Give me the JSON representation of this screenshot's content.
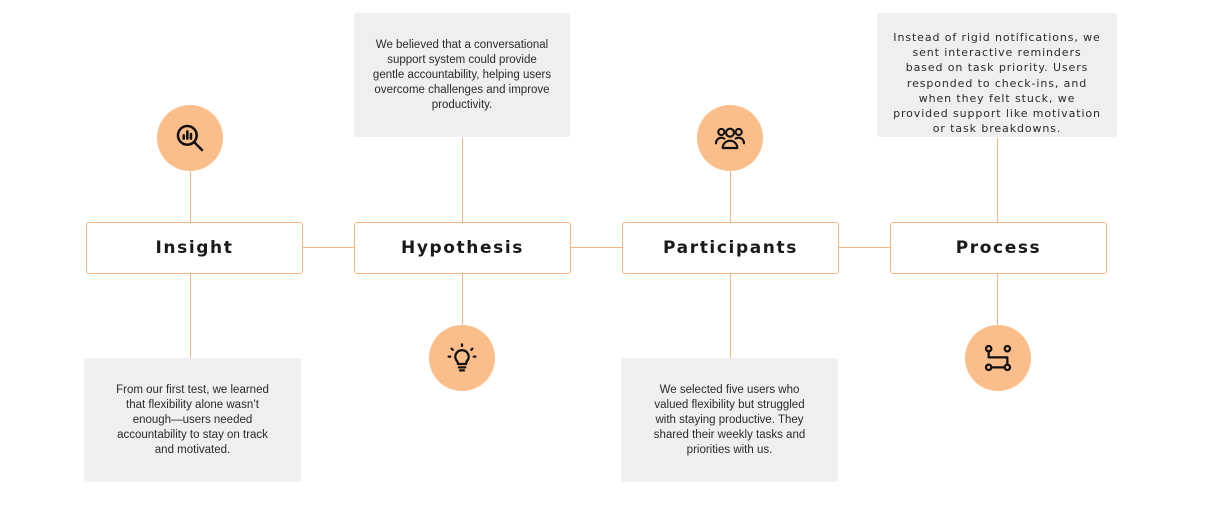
{
  "stages": [
    {
      "label": "Insight",
      "icon": "search-analytics-icon",
      "note": "From our first test, we learned that flexibility alone wasn’t enough—users needed accountability to stay on track and motivated."
    },
    {
      "label": "Hypothesis",
      "icon": "lightbulb-icon",
      "note": "We believed that a conversational support system could provide gentle accountability, helping users overcome challenges and improve productivity."
    },
    {
      "label": "Participants",
      "icon": "users-group-icon",
      "note": "We selected five users who valued flexibility but struggled with staying productive. They shared their weekly tasks and priorities with us."
    },
    {
      "label": "Process",
      "icon": "route-icon",
      "note": "Instead of rigid notifications, we sent interactive reminders based on task priority. Users responded to check-ins, and when they felt stuck, we provided support like motivation or task breakdowns."
    }
  ],
  "colors": {
    "accent_line": "#f7b47f",
    "icon_circle": "#fbbd8a",
    "note_background": "#efefef",
    "text": "#1a1a1a"
  }
}
